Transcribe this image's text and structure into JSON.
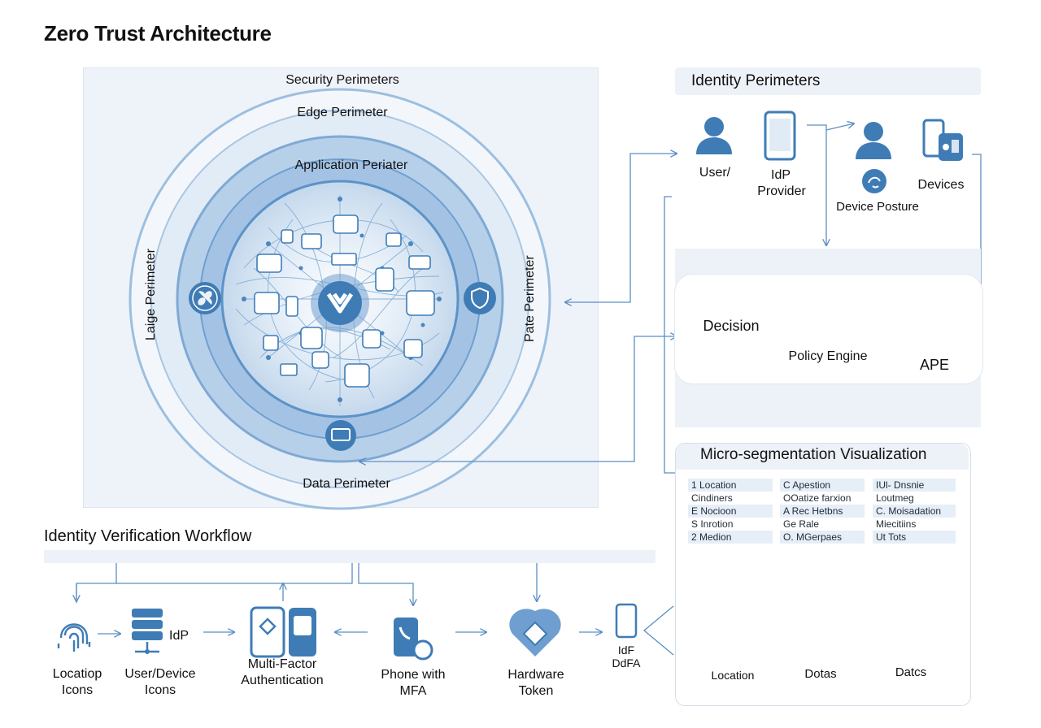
{
  "title": "Zero Trust Architecture",
  "security": {
    "outer_label": "Security Perimeters",
    "edge_label": "Edge Perimeter",
    "application_label": "Application Periater",
    "data_label": "Data Perimeter",
    "left_vertical_label": "Laige Perimeter",
    "right_vertical_label": "Pate Perimeter"
  },
  "identity": {
    "header": "Identity Perimeters",
    "user_label": "User/",
    "idp_label_1": "IdP",
    "idp_label_2": "Provider",
    "device_posture_label": "Device Posture",
    "devices_label": "Devices"
  },
  "decision": {
    "decision_label": "Decision",
    "policy_engine_label": "Policy Engine",
    "ape_label": "APE"
  },
  "micro": {
    "header": "Micro-segmentation Visualization",
    "columns": [
      [
        "1 Location",
        "Cindiners",
        "E Nocioon",
        "S Inrotion",
        "2 Medion"
      ],
      [
        "C Apestion",
        "OOatize farxion",
        "A Rec Hetbns",
        "Ge Rale",
        "O. MGerpaes"
      ],
      [
        "IUl- Dnsnie",
        "Loutmeg",
        "C. Moisadation",
        "Miecitiins",
        "Ut Tots"
      ]
    ],
    "location_label": "Location",
    "dotas_label": "Dotas",
    "datcs_label": "Datcs"
  },
  "workflow": {
    "header": "Identity Verification Workflow",
    "location_icons_1": "Locatiop",
    "location_icons_2": "Icons",
    "user_device_1": "User/Device",
    "user_device_2": "Icons",
    "idp_label": "IdP",
    "mfa_1": "Multi-Factor",
    "mfa_2": "Authentication",
    "phone_1": "Phone with",
    "phone_2": "MFA",
    "hardware_1": "Hardware",
    "hardware_2": "Token",
    "idf_1": "IdF",
    "idf_2": "DdFA"
  },
  "colors": {
    "accent": "#3f7cb6",
    "accent_light": "#8fb4d8",
    "panel": "#eef3f9"
  }
}
